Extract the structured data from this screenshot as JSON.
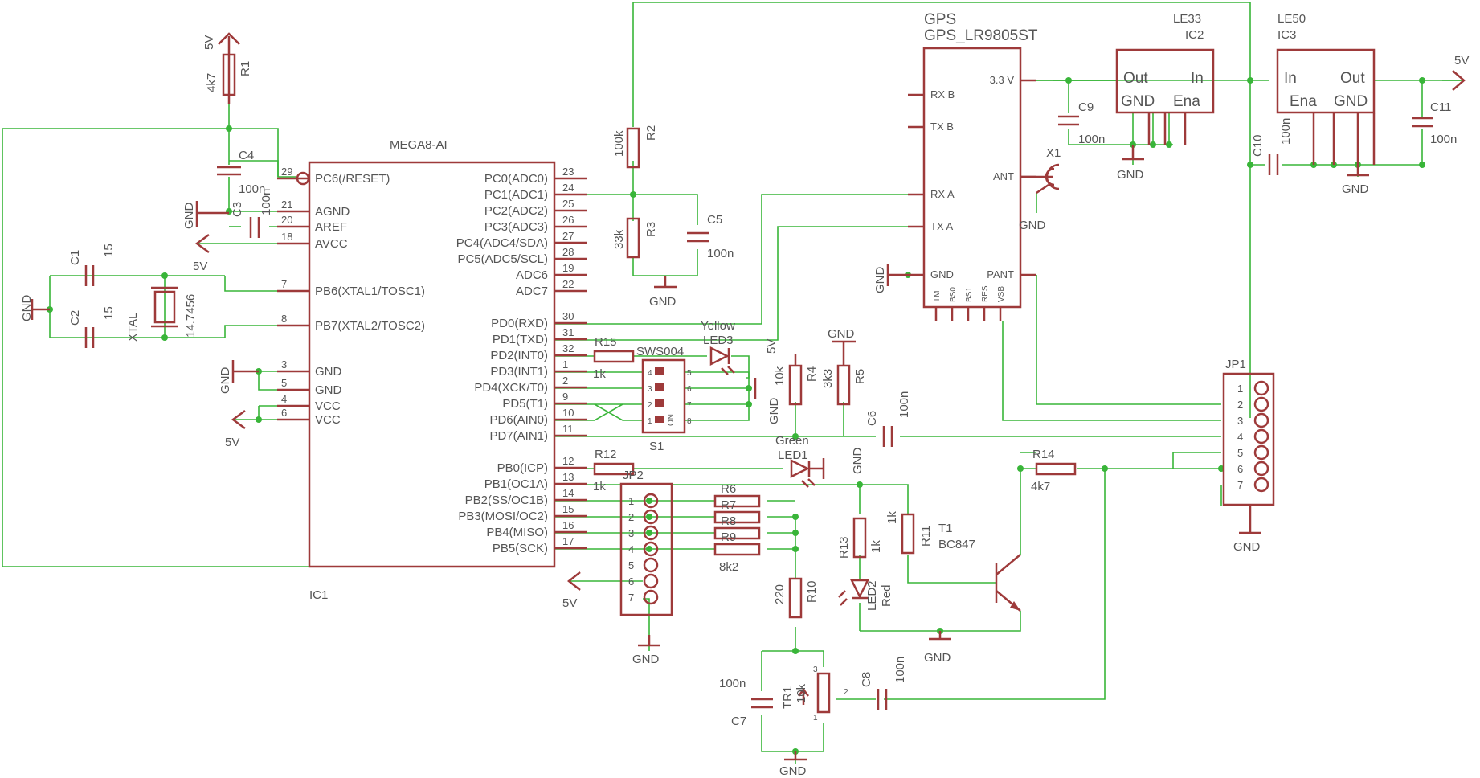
{
  "parts": {
    "ic1": {
      "name": "IC1",
      "value": "MEGA8-AI"
    },
    "gps": {
      "name": "GPS",
      "value": "GPS_LR9805ST"
    },
    "ic2": {
      "name": "IC2",
      "value": "LE33",
      "out": "Out",
      "in": "In",
      "gnd": "GND",
      "ena": "Ena"
    },
    "ic3": {
      "name": "IC3",
      "value": "LE50",
      "in": "In",
      "out": "Out",
      "ena": "Ena",
      "gnd": "GND"
    },
    "r1": {
      "name": "R1",
      "value": "4k7"
    },
    "r2": {
      "name": "R2",
      "value": "100k"
    },
    "r3": {
      "name": "R3",
      "value": "33k"
    },
    "r4": {
      "name": "R4",
      "value": "10k"
    },
    "r5": {
      "name": "R5",
      "value": "3k3"
    },
    "r6": {
      "name": "R6"
    },
    "r7": {
      "name": "R7"
    },
    "r8": {
      "name": "R8"
    },
    "r9": {
      "name": "R9"
    },
    "r10": {
      "name": "R10",
      "value": "220"
    },
    "r11": {
      "name": "R11",
      "value": "1k"
    },
    "r12": {
      "name": "R12",
      "value": "1k"
    },
    "r13": {
      "name": "R13",
      "value": "1k"
    },
    "r14": {
      "name": "R14",
      "value": "4k7"
    },
    "r15": {
      "name": "R15",
      "value": "1k"
    },
    "r_string": "8k2",
    "c1": {
      "name": "C1",
      "value": "15"
    },
    "c2": {
      "name": "C2",
      "value": "15"
    },
    "c3": {
      "name": "C3",
      "value": "100n"
    },
    "c4": {
      "name": "C4",
      "value": "100n"
    },
    "c5": {
      "name": "C5",
      "value": "100n"
    },
    "c6": {
      "name": "C6",
      "value": "100n"
    },
    "c7": {
      "name": "C7",
      "value": "100n"
    },
    "c8": {
      "name": "C8",
      "value": "100n"
    },
    "c9": {
      "name": "C9",
      "value": "100n"
    },
    "c10": {
      "name": "C10",
      "value": "100n"
    },
    "c11": {
      "name": "C11",
      "value": "100n"
    },
    "xtal": {
      "name": "XTAL",
      "value": "14.7456"
    },
    "x1": {
      "name": "X1"
    },
    "led1": {
      "name": "LED1",
      "value": "Green"
    },
    "led2": {
      "name": "LED2",
      "value": "Red"
    },
    "led3": {
      "name": "LED3",
      "value": "Yellow"
    },
    "s1": {
      "name": "S1",
      "value": "SWS004",
      "on": "ON"
    },
    "t1": {
      "name": "T1",
      "value": "BC847"
    },
    "tr1": {
      "name": "TR1",
      "value": "10k"
    },
    "jp1": {
      "name": "JP1"
    },
    "jp2": {
      "name": "JP2"
    }
  },
  "nets": {
    "gnd": "GND",
    "v5": "5V"
  },
  "ic1_pins_left": [
    {
      "num": "29",
      "label": "PC6(/RESET)"
    },
    {
      "num": "21",
      "label": "AGND"
    },
    {
      "num": "20",
      "label": "AREF"
    },
    {
      "num": "18",
      "label": "AVCC"
    },
    {
      "num": "7",
      "label": "PB6(XTAL1/TOSC1)"
    },
    {
      "num": "8",
      "label": "PB7(XTAL2/TOSC2)"
    },
    {
      "num": "3",
      "label": "GND"
    },
    {
      "num": "5",
      "label": "GND"
    },
    {
      "num": "4",
      "label": "VCC"
    },
    {
      "num": "6",
      "label": "VCC"
    }
  ],
  "ic1_pins_right": [
    {
      "num": "23",
      "label": "PC0(ADC0)"
    },
    {
      "num": "24",
      "label": "PC1(ADC1)"
    },
    {
      "num": "25",
      "label": "PC2(ADC2)"
    },
    {
      "num": "26",
      "label": "PC3(ADC3)"
    },
    {
      "num": "27",
      "label": "PC4(ADC4/SDA)"
    },
    {
      "num": "28",
      "label": "PC5(ADC5/SCL)"
    },
    {
      "num": "19",
      "label": "ADC6"
    },
    {
      "num": "22",
      "label": "ADC7"
    },
    {
      "num": "30",
      "label": "PD0(RXD)"
    },
    {
      "num": "31",
      "label": "PD1(TXD)"
    },
    {
      "num": "32",
      "label": "PD2(INT0)"
    },
    {
      "num": "1",
      "label": "PD3(INT1)"
    },
    {
      "num": "2",
      "label": "PD4(XCK/T0)"
    },
    {
      "num": "9",
      "label": "PD5(T1)"
    },
    {
      "num": "10",
      "label": "PD6(AIN0)"
    },
    {
      "num": "11",
      "label": "PD7(AIN1)"
    },
    {
      "num": "12",
      "label": "PB0(ICP)"
    },
    {
      "num": "13",
      "label": "PB1(OC1A)"
    },
    {
      "num": "14",
      "label": "PB2(SS/OC1B)"
    },
    {
      "num": "15",
      "label": "PB3(MOSI/OC2)"
    },
    {
      "num": "16",
      "label": "PB4(MISO)"
    },
    {
      "num": "17",
      "label": "PB5(SCK)"
    }
  ],
  "gps_pins_left": [
    "RX B",
    "TX B",
    "RX A",
    "TX A",
    "GND"
  ],
  "gps_pins_right": [
    "3.3 V",
    "ANT",
    "PANT"
  ],
  "gps_pins_bottom": [
    "TM",
    "BS0",
    "BS1",
    "RES",
    "VSB"
  ],
  "connector_pins": [
    "1",
    "2",
    "3",
    "4",
    "5",
    "6",
    "7"
  ],
  "switch_pins_left": [
    "4",
    "3",
    "2",
    "1"
  ],
  "switch_pins_right": [
    "5",
    "6",
    "7",
    "8"
  ],
  "trim_pins": [
    "3",
    "2",
    "1"
  ]
}
